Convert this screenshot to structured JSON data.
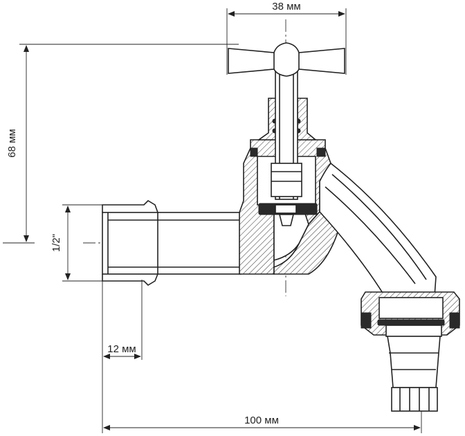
{
  "dimensions": {
    "handle_width": "38 мм",
    "height": "68 мм",
    "thread": "1/2\"",
    "thread_length": "12 мм",
    "total_length": "100 мм"
  }
}
